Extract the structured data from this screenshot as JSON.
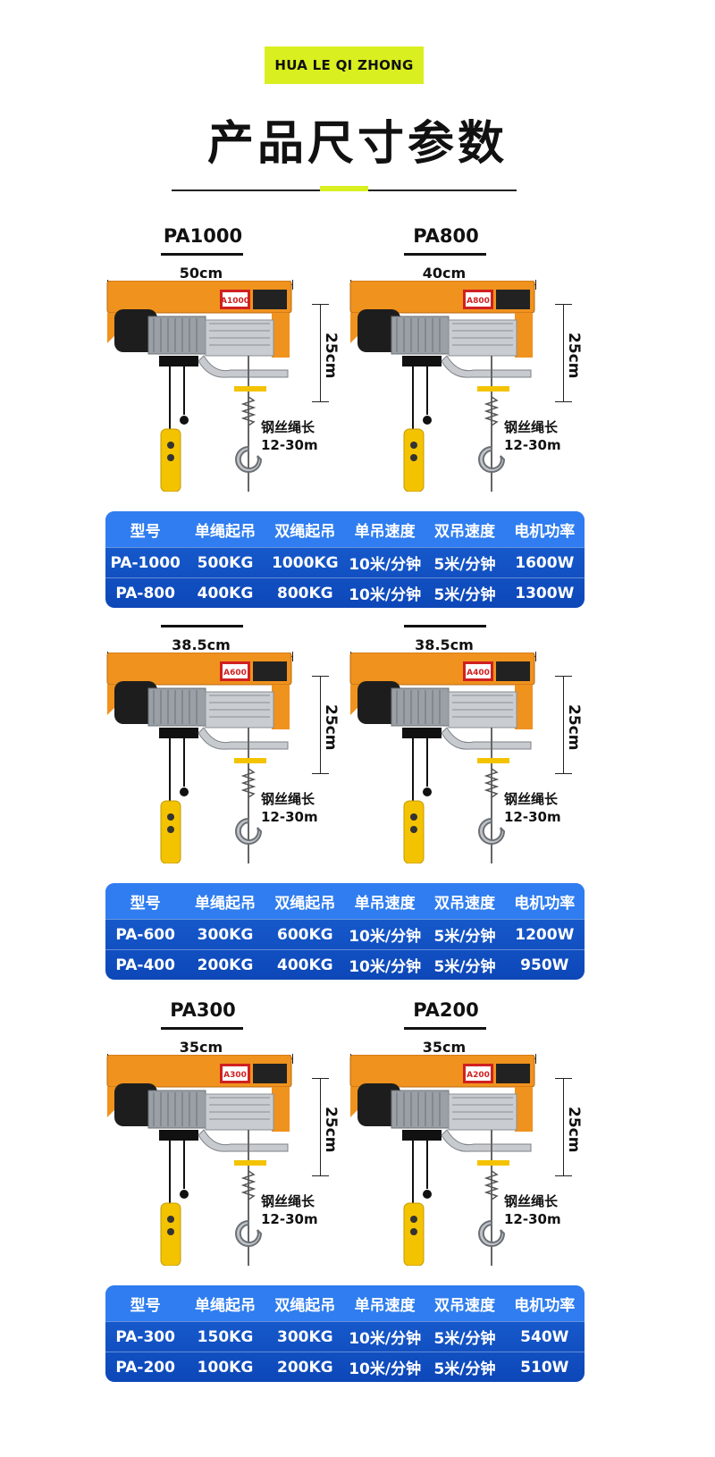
{
  "brand_tag": "HUA LE QI ZHONG",
  "page_title": "产品尺寸参数",
  "colors": {
    "accent": "#d9ef1f",
    "hoist_orange": "#f0921e",
    "table_blue": "#1b63d6"
  },
  "columns": [
    "型号",
    "单绳起吊",
    "双绳起吊",
    "单吊速度",
    "双吊速度",
    "电机功率"
  ],
  "products": [
    {
      "title": "PA1000",
      "width": "50cm",
      "height": "25cm",
      "rope_label": "钢丝绳长",
      "rope_length": "12-30m",
      "nameplate": "A1000"
    },
    {
      "title": "PA800",
      "width": "40cm",
      "height": "25cm",
      "rope_label": "钢丝绳长",
      "rope_length": "12-30m",
      "nameplate": "A800"
    },
    {
      "title": "",
      "width": "38.5cm",
      "height": "25cm",
      "rope_label": "钢丝绳长",
      "rope_length": "12-30m",
      "nameplate": "A600"
    },
    {
      "title": "",
      "width": "38.5cm",
      "height": "25cm",
      "rope_label": "钢丝绳长",
      "rope_length": "12-30m",
      "nameplate": "A400"
    },
    {
      "title": "PA300",
      "width": "35cm",
      "height": "25cm",
      "rope_label": "钢丝绳长",
      "rope_length": "12-30m",
      "nameplate": "A300"
    },
    {
      "title": "PA200",
      "width": "35cm",
      "height": "25cm",
      "rope_label": "钢丝绳长",
      "rope_length": "12-30m",
      "nameplate": "A200"
    }
  ],
  "tables": [
    [
      [
        "PA-1000",
        "500KG",
        "1000KG",
        "10米/分钟",
        "5米/分钟",
        "1600W"
      ],
      [
        "PA-800",
        "400KG",
        "800KG",
        "10米/分钟",
        "5米/分钟",
        "1300W"
      ]
    ],
    [
      [
        "PA-600",
        "300KG",
        "600KG",
        "10米/分钟",
        "5米/分钟",
        "1200W"
      ],
      [
        "PA-400",
        "200KG",
        "400KG",
        "10米/分钟",
        "5米/分钟",
        "950W"
      ]
    ],
    [
      [
        "PA-300",
        "150KG",
        "300KG",
        "10米/分钟",
        "5米/分钟",
        "540W"
      ],
      [
        "PA-200",
        "100KG",
        "200KG",
        "10米/分钟",
        "5米/分钟",
        "510W"
      ]
    ]
  ]
}
